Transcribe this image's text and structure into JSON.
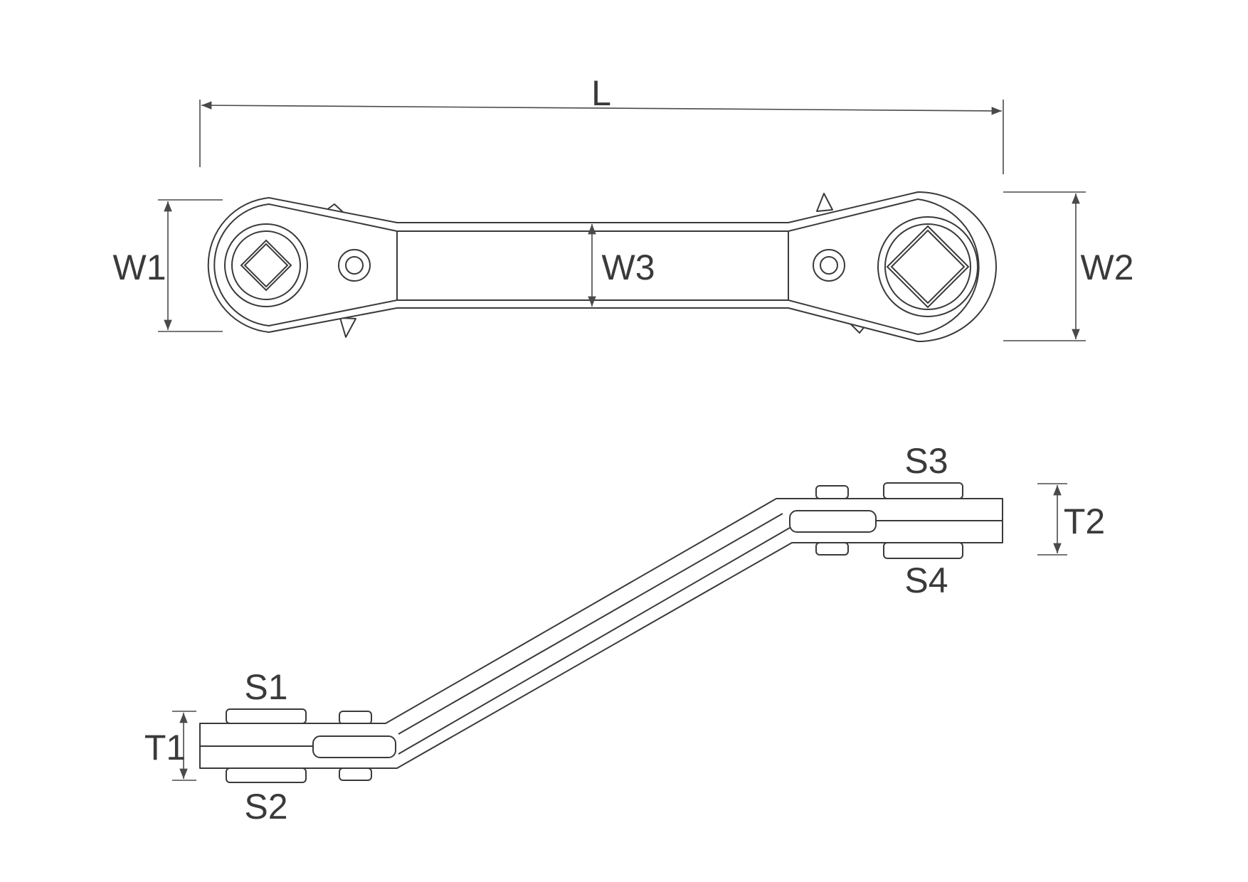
{
  "labels": {
    "L": "L",
    "W1": "W1",
    "W2": "W2",
    "W3": "W3",
    "T1": "T1",
    "T2": "T2",
    "S1": "S1",
    "S2": "S2",
    "S3": "S3",
    "S4": "S4"
  },
  "colors": {
    "line": "#3a3a3a",
    "background": "#ffffff"
  }
}
